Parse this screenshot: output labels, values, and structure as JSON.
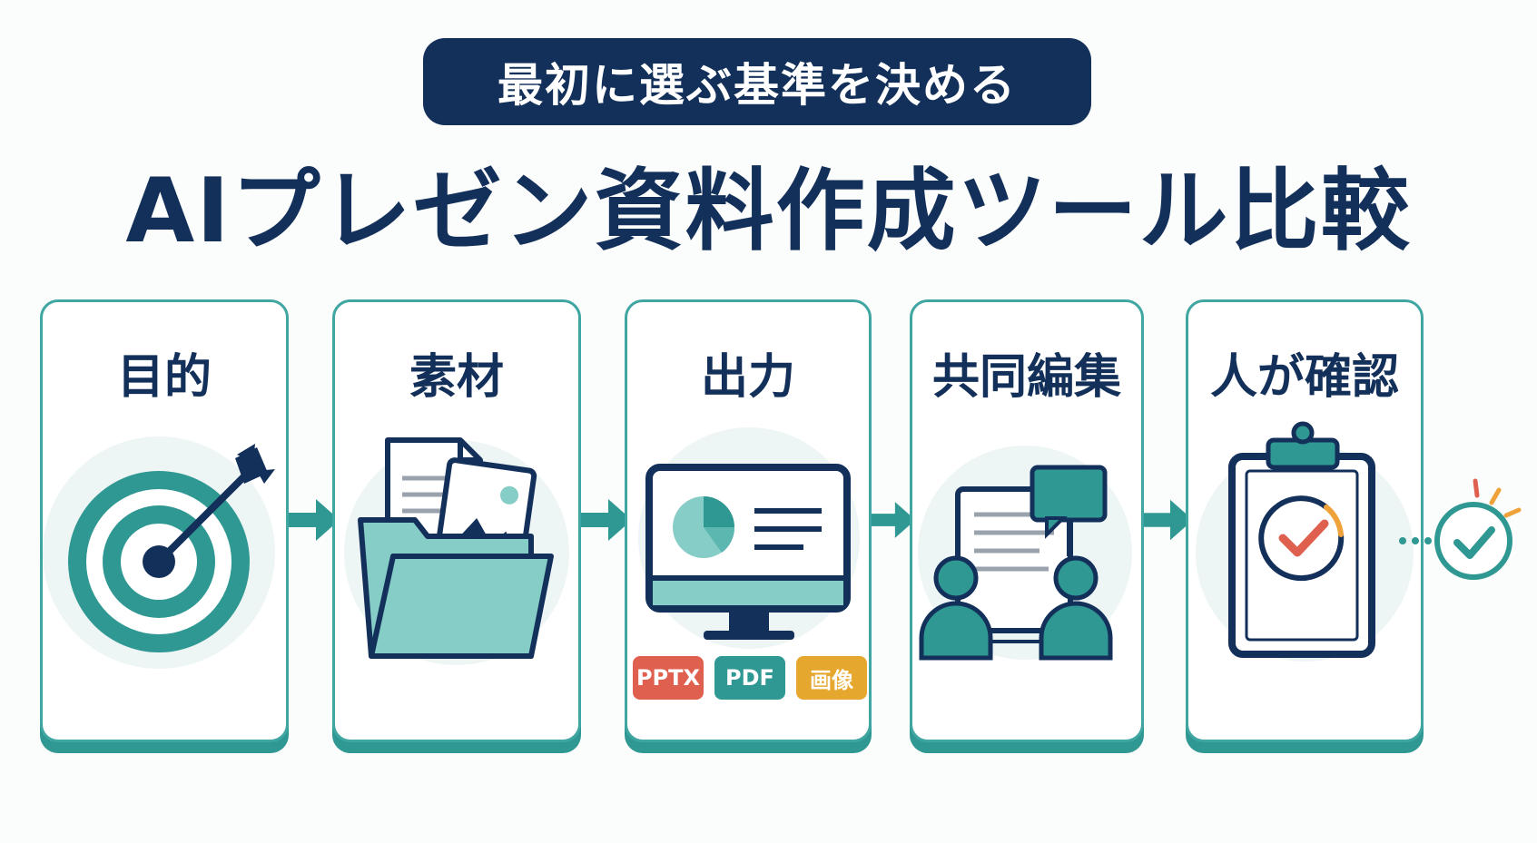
{
  "subtitle": "最初に選ぶ基準を決める",
  "title": "AIプレゼン資料作成ツール比較",
  "steps": [
    {
      "label": "目的",
      "icon": "target-icon"
    },
    {
      "label": "素材",
      "icon": "folder-icon"
    },
    {
      "label": "出力",
      "icon": "monitor-icon"
    },
    {
      "label": "共同編集",
      "icon": "collaboration-icon"
    },
    {
      "label": "人が確認",
      "icon": "clipboard-check-icon"
    }
  ],
  "formats": [
    {
      "label": "PPTX",
      "color": "#e0604f"
    },
    {
      "label": "PDF",
      "color": "#2f9893"
    },
    {
      "label": "画像",
      "color": "#e6a72e"
    }
  ],
  "colors": {
    "navy": "#13305a",
    "teal": "#2f9893",
    "light_teal": "#86ccc7",
    "accent_red": "#e0604f",
    "accent_orange": "#f0a23a"
  }
}
